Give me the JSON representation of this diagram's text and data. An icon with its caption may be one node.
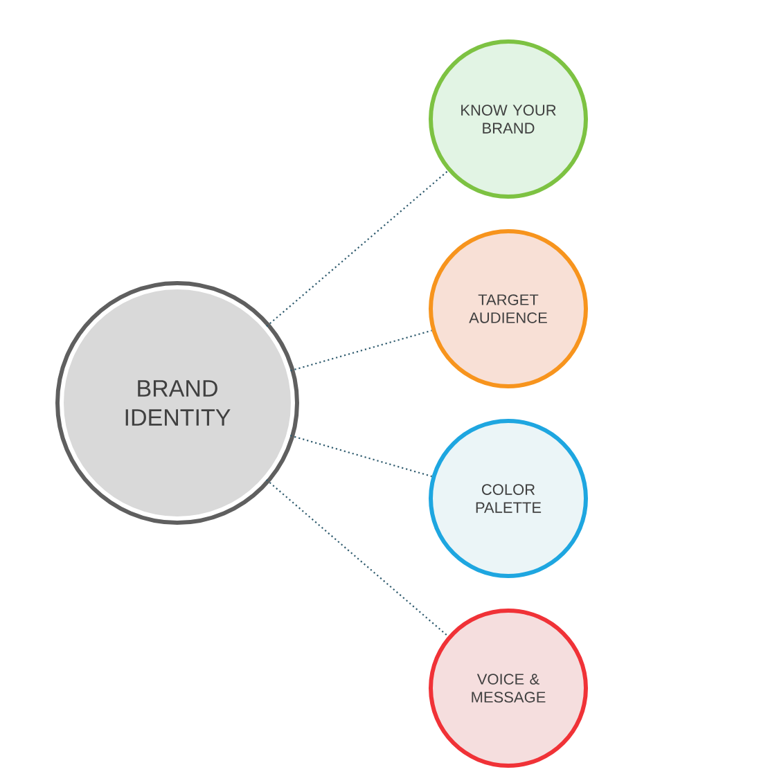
{
  "diagram": {
    "nodes": [
      {
        "text": [
          "BRAND IDENTITY"
        ]
      },
      {
        "text": [
          "KNOW YOUR BRAND"
        ]
      },
      {
        "text": [
          "TARGET AUDIENCE"
        ]
      },
      {
        "text": [
          "COLOR PALETTE"
        ]
      },
      {
        "text": [
          "VOICE & MESSAGE"
        ]
      }
    ],
    "edges": [
      {
        "from": 0,
        "to": 1,
        "arrow": "none"
      },
      {
        "from": 0,
        "to": 2,
        "arrow": "none"
      },
      {
        "from": 0,
        "to": 3,
        "arrow": "none"
      },
      {
        "from": 0,
        "to": 4,
        "arrow": "none"
      }
    ]
  }
}
